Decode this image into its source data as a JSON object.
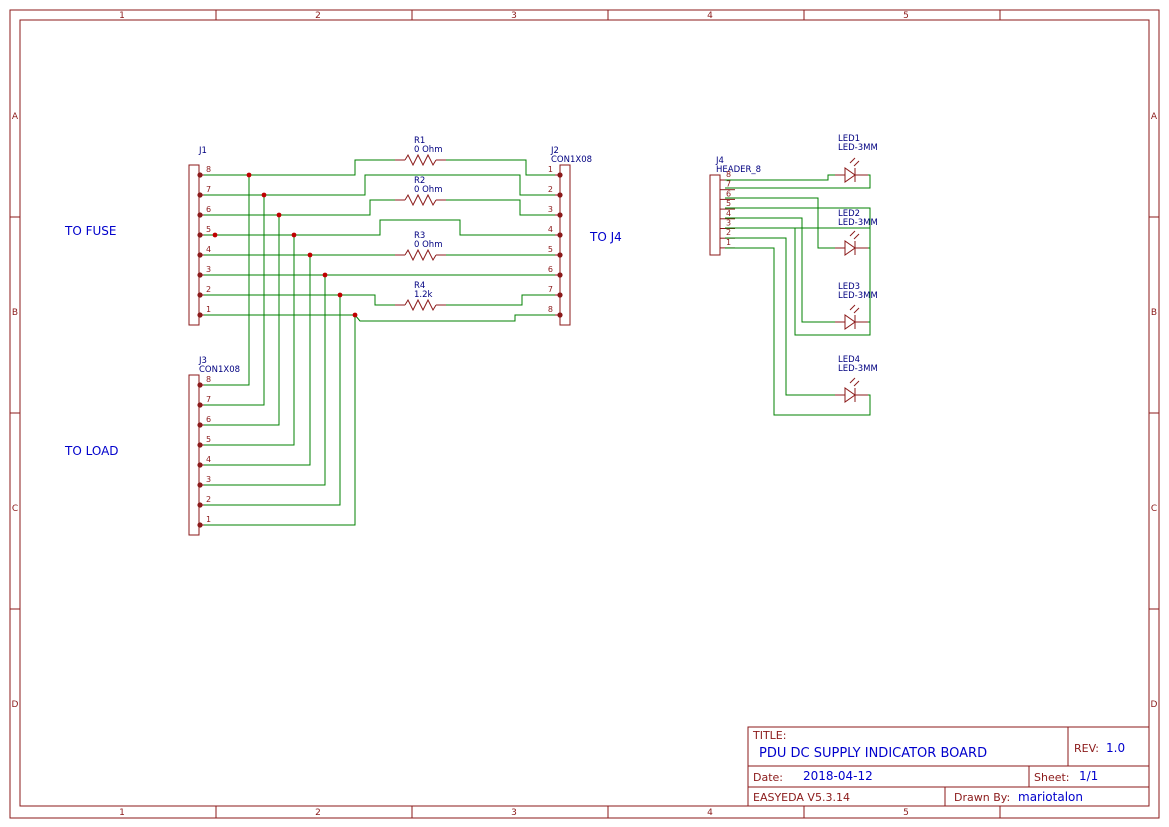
{
  "border": {
    "columns": [
      "1",
      "2",
      "3",
      "4",
      "5"
    ],
    "rows": [
      "A",
      "B",
      "C",
      "D"
    ]
  },
  "labels": {
    "to_fuse": "TO FUSE",
    "to_load": "TO LOAD",
    "to_j4": "TO J4"
  },
  "components": {
    "j1": {
      "ref": "J1",
      "value": ""
    },
    "j2": {
      "ref": "J2",
      "value": "CON1X08"
    },
    "j3": {
      "ref": "J3",
      "value": "CON1X08"
    },
    "j4": {
      "ref": "J4",
      "value": "HEADER_8"
    },
    "r1": {
      "ref": "R1",
      "value": "0 Ohm"
    },
    "r2": {
      "ref": "R2",
      "value": "0 Ohm"
    },
    "r3": {
      "ref": "R3",
      "value": "0 Ohm"
    },
    "r4": {
      "ref": "R4",
      "value": "1.2k"
    },
    "led1": {
      "ref": "LED1",
      "value": "LED-3MM"
    },
    "led2": {
      "ref": "LED2",
      "value": "LED-3MM"
    },
    "led3": {
      "ref": "LED3",
      "value": "LED-3MM"
    },
    "led4": {
      "ref": "LED4",
      "value": "LED-3MM"
    }
  },
  "pins": {
    "j1": [
      "8",
      "7",
      "6",
      "5",
      "4",
      "3",
      "2",
      "1"
    ],
    "j2": [
      "1",
      "2",
      "3",
      "4",
      "5",
      "6",
      "7",
      "8"
    ],
    "j3": [
      "8",
      "7",
      "6",
      "5",
      "4",
      "3",
      "2",
      "1"
    ],
    "j4": [
      "8",
      "7",
      "6",
      "5",
      "4",
      "3",
      "2",
      "1"
    ]
  },
  "title_block": {
    "title_label": "TITLE:",
    "title": "PDU DC SUPPLY INDICATOR BOARD",
    "rev_label": "REV:",
    "rev": "1.0",
    "date_label": "Date:",
    "date": "2018-04-12",
    "sheet_label": "Sheet:",
    "sheet": "1/1",
    "tool": "EASYEDA V5.3.14",
    "drawn_label": "Drawn By:",
    "drawn_by": "mariotalon"
  }
}
